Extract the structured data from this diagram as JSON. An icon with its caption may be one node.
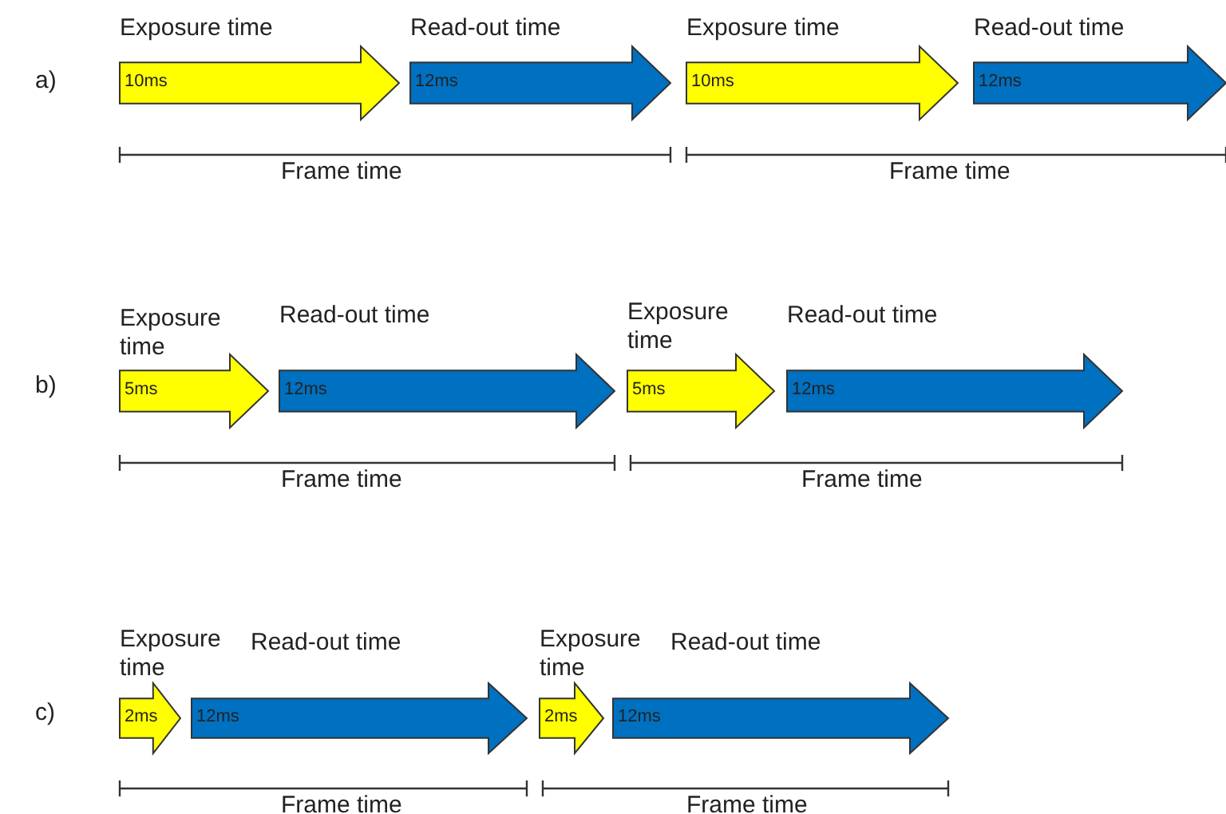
{
  "diagram": {
    "nodes": [
      {
        "text": [
          "Exposure time",
          "10ms"
        ]
      },
      {
        "text": [
          "Read-out time",
          "12ms"
        ]
      },
      {
        "text": [
          "Exposure time",
          "10ms"
        ]
      },
      {
        "text": [
          "Read-out time",
          "12ms"
        ]
      },
      {
        "text": [
          "Exposure time",
          "5ms"
        ]
      },
      {
        "text": [
          "Read-out time",
          "12ms"
        ]
      },
      {
        "text": [
          "Exposure time",
          "5ms"
        ]
      },
      {
        "text": [
          "Read-out time",
          "12ms"
        ]
      },
      {
        "text": [
          "Exposure time",
          "2ms"
        ]
      },
      {
        "text": [
          "Read-out time",
          "12ms"
        ]
      },
      {
        "text": [
          "Exposure time",
          "2ms"
        ]
      },
      {
        "text": [
          "Read-out time",
          "12ms"
        ]
      }
    ],
    "labels": [
      "a)",
      "Frame time",
      "Frame time",
      "b)",
      "Frame time",
      "Frame time",
      "c)",
      "Frame time",
      "Frame time"
    ]
  }
}
